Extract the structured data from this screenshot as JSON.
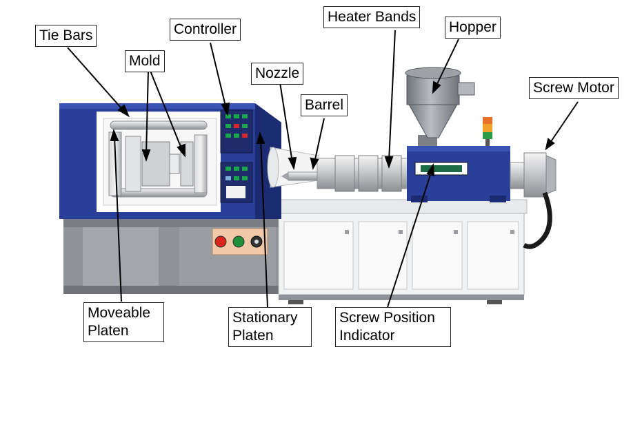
{
  "labels": {
    "tie_bars": "Tie Bars",
    "mold": "Mold",
    "controller": "Controller",
    "nozzle": "Nozzle",
    "barrel": "Barrel",
    "heater_bands": "Heater Bands",
    "hopper": "Hopper",
    "screw_motor": "Screw Motor",
    "moveable_platen": [
      "Moveable",
      "Platen"
    ],
    "stationary_platen": [
      "Stationary",
      "Platen"
    ],
    "screw_position_indicator": [
      "Screw Position",
      "Indicator"
    ]
  },
  "colors": {
    "machine_blue": "#2a3f9a",
    "machine_blue_dark": "#1c2c73",
    "base_gray": "#8f9399",
    "cabinet_white": "#f1f2f3",
    "steel": "#c7c9cc",
    "control_panel": "#f2c9a8",
    "button_red": "#d9261c",
    "button_green": "#1f8f3a",
    "led_green": "#18a64b",
    "led_red": "#d8262a"
  }
}
